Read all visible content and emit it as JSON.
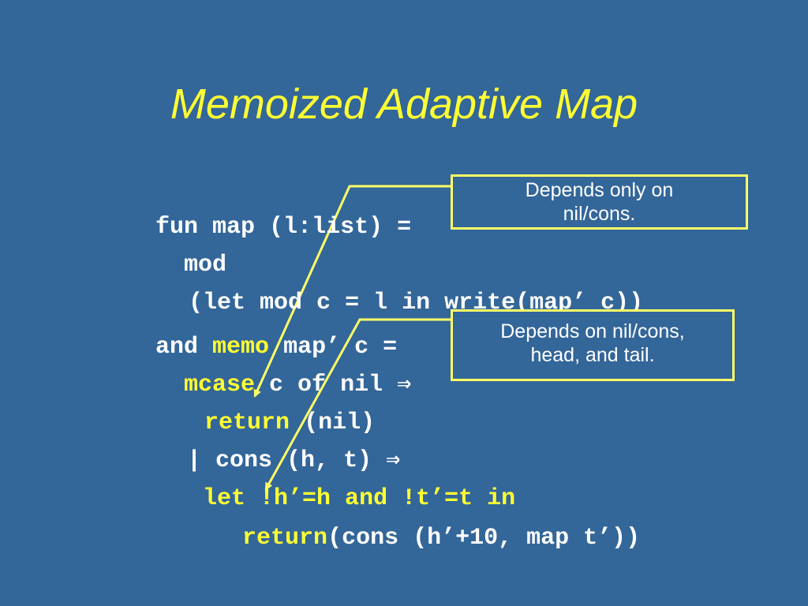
{
  "slide": {
    "title": "Memoized Adaptive Map",
    "code": {
      "line1": "fun map (l:list) =",
      "line2": "mod",
      "line3": "(let mod c = l in write(map’ c))",
      "line4_a": "and ",
      "line4_kw": "memo",
      "line4_b": " map’ c =",
      "line5_kw": "mcase",
      "line5_b": " c of nil ⇒",
      "line6_kw": "return",
      "line6_b": " (nil)",
      "line7": "| cons (h, t) ⇒",
      "line8_kw": "let !h’=h and !t’=t in",
      "line9_kw": "return",
      "line9_b": "(cons (h’+10, map t’))"
    },
    "callouts": [
      {
        "line1": "Depends only on",
        "line2": "nil/cons."
      },
      {
        "line1": "Depends on nil/cons,",
        "line2": "head, and tail."
      }
    ],
    "colors": {
      "background": "#336699",
      "keyword": "#FFFF33",
      "code_text": "#FFFFFF",
      "callout_border": "#FFFF66",
      "arrow": "#FFFF66"
    }
  }
}
